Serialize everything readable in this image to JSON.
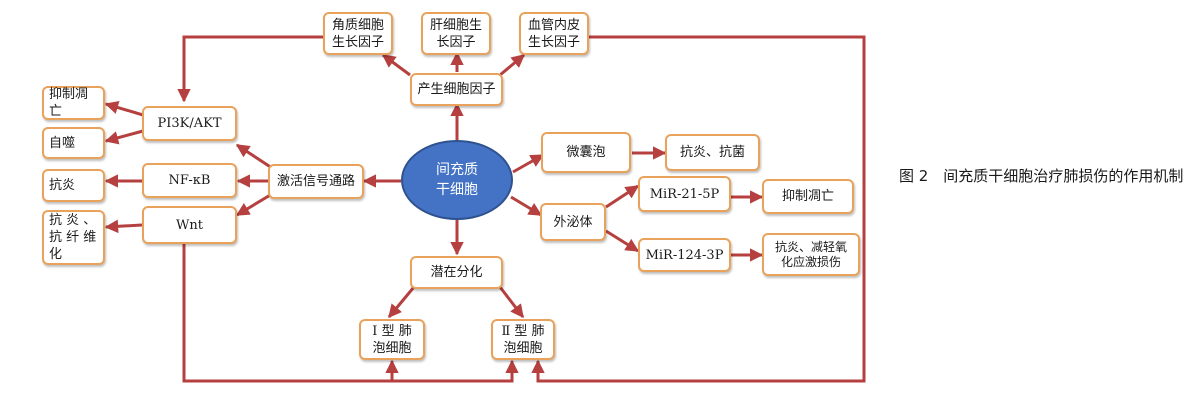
{
  "center": {
    "label": "间充质\n干细胞"
  },
  "nodes": {
    "keratinocyte_gf": "角质细胞\n生长因子",
    "hepatocyte_gf": "肝细胞生\n长因子",
    "vascular_gf": "血管内皮\n生长因子",
    "cytokines": "产生细胞因子",
    "pi3k": "PI3K/AKT",
    "nfkb": "NF-κB",
    "wnt": "Wnt",
    "signaling": "激活信号通路",
    "anti_apoptosis_1": "抑制凋亡",
    "autophagy": "自噬",
    "anti_inflammation": "抗炎",
    "anti_fibrosis": "抗 炎 、\n抗 纤 维\n化",
    "microvesicles": "微囊泡",
    "anti_inflam_bacterial": "抗炎、抗菌",
    "exosome": "外泌体",
    "mir21": "MiR-21-5P",
    "anti_apoptosis_2": "抑制凋亡",
    "mir124": "MiR-124-3P",
    "anti_inflam_oxidative": "抗炎、减轻氧\n化应激损伤",
    "differentiation": "潜在分化",
    "type1_cell": "Ⅰ 型 肺\n泡细胞",
    "type2_cell": "Ⅱ 型 肺\n泡细胞"
  },
  "caption": "图 2　间充质干细胞治疗肺损伤的作用机制",
  "colors": {
    "arrow": "#b5403f",
    "box_border": "#e9a25c",
    "center_fill": "#4472c4",
    "center_text": "#ffffff"
  }
}
